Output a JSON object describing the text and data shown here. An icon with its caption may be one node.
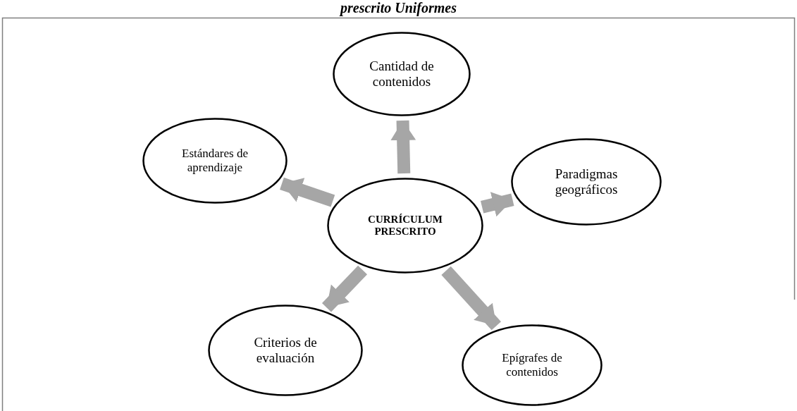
{
  "diagram": {
    "title": "prescrito Uniformes",
    "nodes": [
      {
        "text": [
          "CURRÍCULUM PRESCRITO"
        ]
      },
      {
        "text": [
          "Cantidad de contenidos"
        ]
      },
      {
        "text": [
          "Paradigmas geográficos"
        ]
      },
      {
        "text": [
          "Epígrafes de contenidos"
        ]
      },
      {
        "text": [
          "Criterios de evaluación"
        ]
      },
      {
        "text": [
          "Estándares de aprendizaje"
        ]
      }
    ],
    "edges": [
      {
        "from": 0,
        "to": 1,
        "arrow": "to"
      },
      {
        "from": 0,
        "to": 2,
        "arrow": "to"
      },
      {
        "from": 0,
        "to": 3,
        "arrow": "to"
      },
      {
        "from": 0,
        "to": 4,
        "arrow": "to"
      },
      {
        "from": 0,
        "to": 5,
        "arrow": "to"
      }
    ]
  }
}
